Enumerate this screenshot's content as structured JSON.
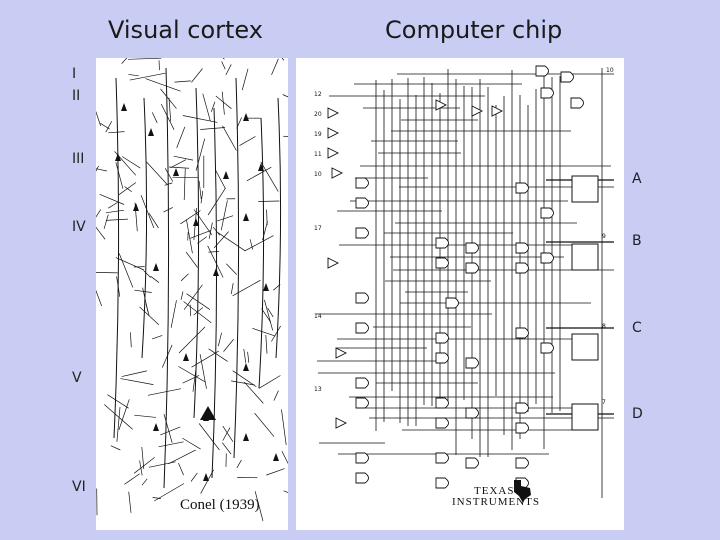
{
  "titles": {
    "left": "Visual cortex",
    "right": "Computer chip"
  },
  "cortex_layers": [
    "I",
    "II",
    "III",
    "IV",
    "V",
    "VI"
  ],
  "cortex_credit": "Conel (1939)",
  "chip_outputs": [
    "A",
    "B",
    "C",
    "D"
  ],
  "chip_pin_numbers": [
    "10",
    "12",
    "20",
    "19",
    "11",
    "10",
    "17",
    "14",
    "13",
    "9",
    "8",
    "7"
  ],
  "chip_logo": {
    "line1": "TEXAS",
    "line2": "INSTRUMENTS"
  },
  "colors": {
    "background": "#c9cdf4",
    "panel": "#ffffff",
    "ink": "#1a1a1a"
  }
}
